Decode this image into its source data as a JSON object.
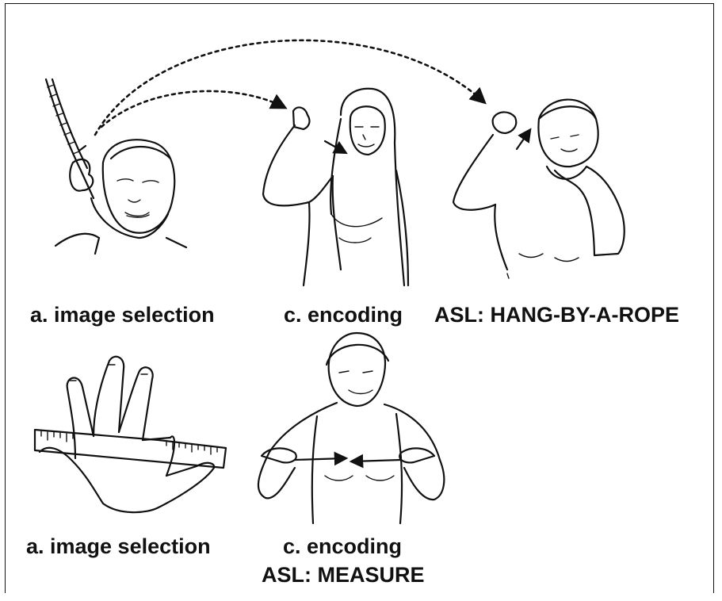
{
  "captions": {
    "rope_image": "a. image selection",
    "rope_encoding": "c. encoding",
    "rope_asl": "ASL: HANG-BY-A-ROPE",
    "measure_image": "a. image selection",
    "measure_encoding": "c. encoding",
    "measure_asl": "ASL: MEASURE"
  },
  "colors": {
    "ink": "#111111",
    "background": "#ffffff"
  }
}
